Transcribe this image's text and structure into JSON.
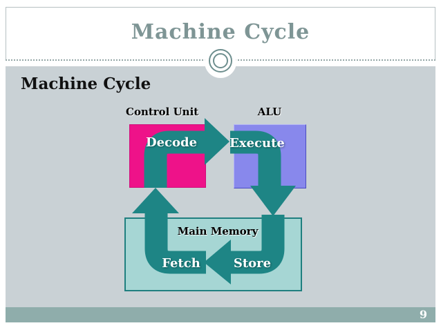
{
  "slide": {
    "title": "Machine Cycle",
    "subtitle": "Machine Cycle",
    "page_number": "9"
  },
  "diagram": {
    "arrow_color": "#1e8585",
    "control_unit": {
      "label": "Control Unit",
      "step": "Decode",
      "fill": "#ee1289"
    },
    "alu": {
      "label": "ALU",
      "step": "Execute",
      "fill": "#8888ec"
    },
    "main_memory": {
      "label": "Main Memory",
      "fetch_step": "Fetch",
      "store_step": "Store",
      "fill": "#a6d6d4"
    }
  },
  "theme": {
    "body_bg": "#c9d1d5",
    "footer_bg": "#8fadab",
    "title_color": "#7e9595",
    "ornament_ring": "#6d8e8e"
  }
}
